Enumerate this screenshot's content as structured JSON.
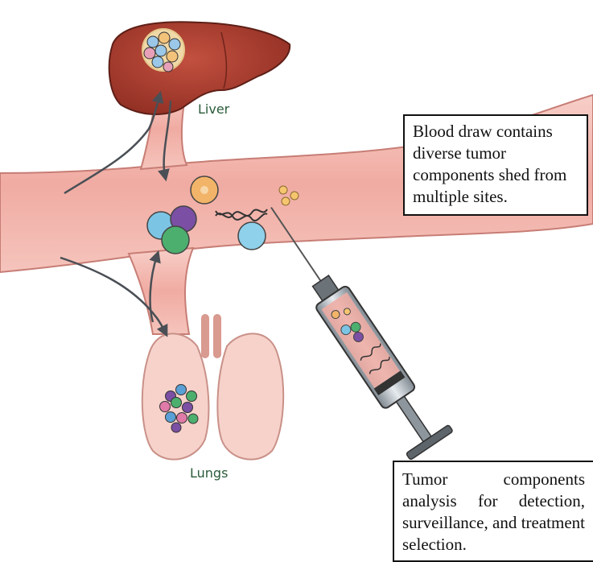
{
  "labels": {
    "liver": "Liver",
    "lungs": "Lungs"
  },
  "callouts": {
    "blood_draw": "Blood draw contains diverse tumor components shed from multiple sites.",
    "analysis": "Tumor components analysis for detection, surveillance, and treatment selection."
  },
  "colors": {
    "vessel": "#f2b8b0",
    "vessel_edge": "#c77d75",
    "liver": "#a33a2c",
    "lungs": "#f6d2cb",
    "syringe_barrel": "#9aa4ad"
  }
}
